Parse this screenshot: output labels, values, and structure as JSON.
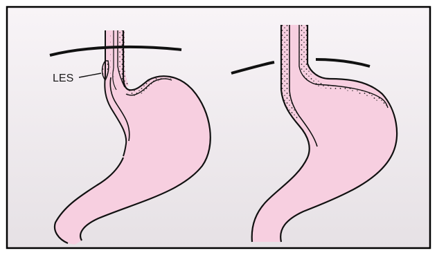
{
  "figure": {
    "label_les": "LES",
    "colors": {
      "background_top": "#f7f2f6",
      "background_bottom": "#e7e2e6",
      "frame": "#000000",
      "stomach_fill": "#f7cfe0",
      "outline": "#111111",
      "speckle": "#1a1a1a",
      "diaphragm": "#111111"
    },
    "panels": [
      {
        "name": "normal-stomach"
      },
      {
        "name": "hiatal-hernia-stomach"
      }
    ]
  }
}
